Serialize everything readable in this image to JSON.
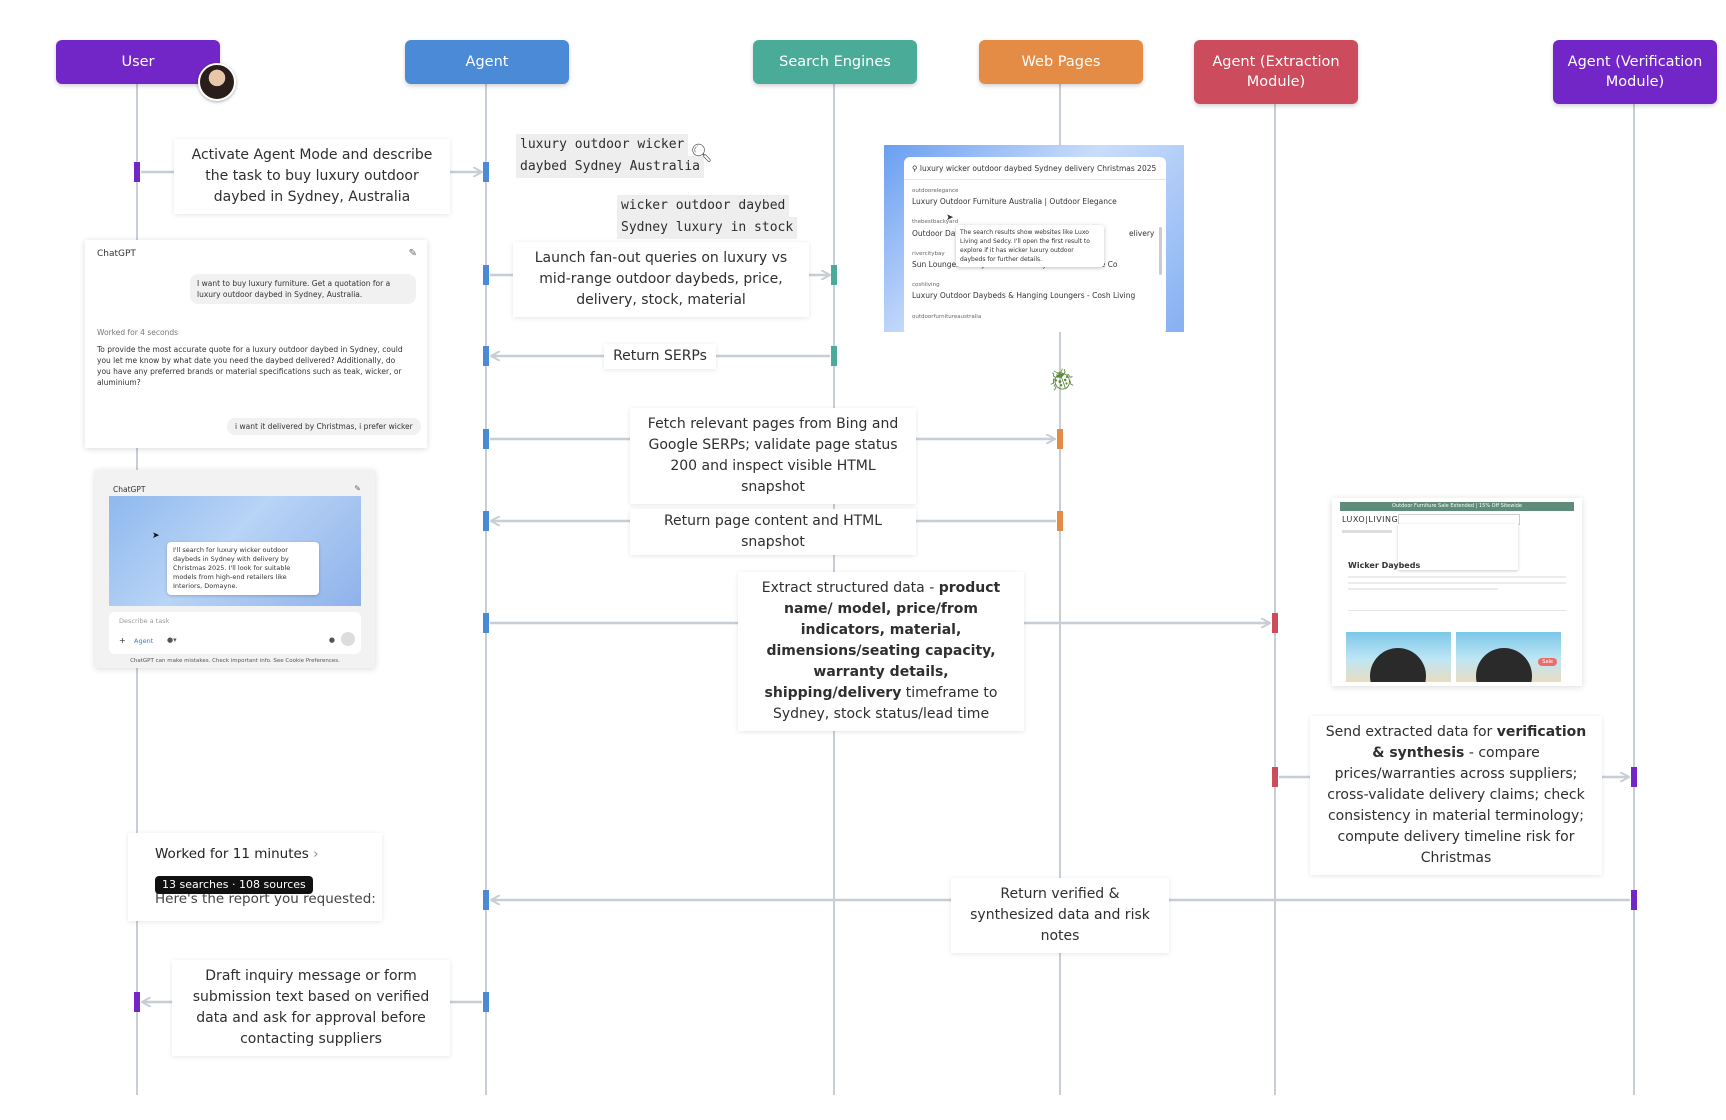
{
  "colors": {
    "user": "#7226c7",
    "agent": "#4a8ad6",
    "search": "#4aab98",
    "web": "#e48b45",
    "extract": "#cc4b5c",
    "verify": "#7226c7",
    "lifeline": "#c8ced6"
  },
  "participants": {
    "user": "User",
    "agent": "Agent",
    "search": "Search Engines",
    "web": "Web Pages",
    "extract": "Agent (Extraction Module)",
    "verify": "Agent (Verification Module)"
  },
  "messages": {
    "m1": "Activate Agent Mode and describe the task to buy luxury outdoor daybed in Sydney, Australia",
    "m2": "Launch fan-out queries on luxury vs mid-range outdoor daybeds, price, delivery, stock, material",
    "m3": "Return SERPs",
    "m4": "Fetch relevant pages from Bing and Google SERPs; validate page status 200 and inspect visible HTML snapshot",
    "m5": "Return page content and HTML snapshot",
    "m6": {
      "a": "Extract structured data - ",
      "b": "product name/ model, price/from indicators, material, dimensions/seating capacity, warranty details, shipping/delivery",
      "c": " timeframe to Sydney, stock status/lead time"
    },
    "m7": {
      "a": "Send extracted data for ",
      "b": "verification & synthesis",
      "c": " - compare prices/warranties across suppliers; cross-validate delivery claims; check consistency in material terminology; compute delivery timeline risk for Christmas"
    },
    "m8": "Return verified & synthesized data and risk notes",
    "m9": "Draft inquiry message or form submission text based on verified data and ask for approval before contacting suppliers"
  },
  "queries": {
    "q1_line1": "luxury outdoor wicker",
    "q1_line2": "daybed Sydney Australia",
    "q2_line1": "wicker outdoor daybed",
    "q2_line2": "Sydney luxury in stock"
  },
  "chat1": {
    "title": "ChatGPT",
    "user_msg": "I want to buy luxury furniture. Get a quotation for a luxury outdoor daybed in Sydney, Australia.",
    "worked": "Worked for 4 seconds",
    "assistant_msg": "To provide the most accurate quote for a luxury outdoor daybed in Sydney, could you let me know by what date you need the daybed delivered? Additionally, do you have any preferred brands or material specifications such as teak, wicker, or aluminium?",
    "user_reply": "i want it delivered by Christmas, i prefer wicker"
  },
  "chat2": {
    "title": "ChatGPT",
    "bubble": "I'll search for luxury wicker outdoor daybeds in Sydney with delivery by Christmas 2025. I'll look for suitable models from high-end retailers like Interiors, Domayne.",
    "placeholder": "Describe a task",
    "agent_chip": "Agent",
    "footer": "ChatGPT can make mistakes. Check important info. See Cookie Preferences."
  },
  "serp": {
    "query": "luxury wicker outdoor daybed Sydney delivery Christmas 2025",
    "r1_site": "outdoorelegance",
    "r1_title": "Luxury Outdoor Furniture Australia | Outdoor Elegance",
    "r2_site": "thebestbackyard",
    "r2_title": "Outdoor Daybeds",
    "r2_suffix": "elivery",
    "r3_site": "rivercitybay",
    "r3_title": "Sun Lounges & Day Beds - Rivercity House & Home Co",
    "r4_site": "coshliving",
    "r4_title": "Luxury Outdoor Daybeds & Hanging Loungers - Cosh Living",
    "r5_site": "outdoorfurnitureaustralia",
    "tooltip": "The search results show websites like Luxo Living and Sedcy. I'll open the first result to explore if it has wicker luxury outdoor daybeds for further details."
  },
  "luxo": {
    "banner": "Outdoor Furniture Sale Extended | 15% Off Sitewide",
    "logo": "LUXO|LIVING",
    "heading": "Wicker Daybeds",
    "sale_badge": "Sale"
  },
  "done": {
    "worked": "Worked for 11 minutes",
    "chevron": "›",
    "badge": "13 searches · 108 sources",
    "hidden": "Here's the report you requested:"
  }
}
